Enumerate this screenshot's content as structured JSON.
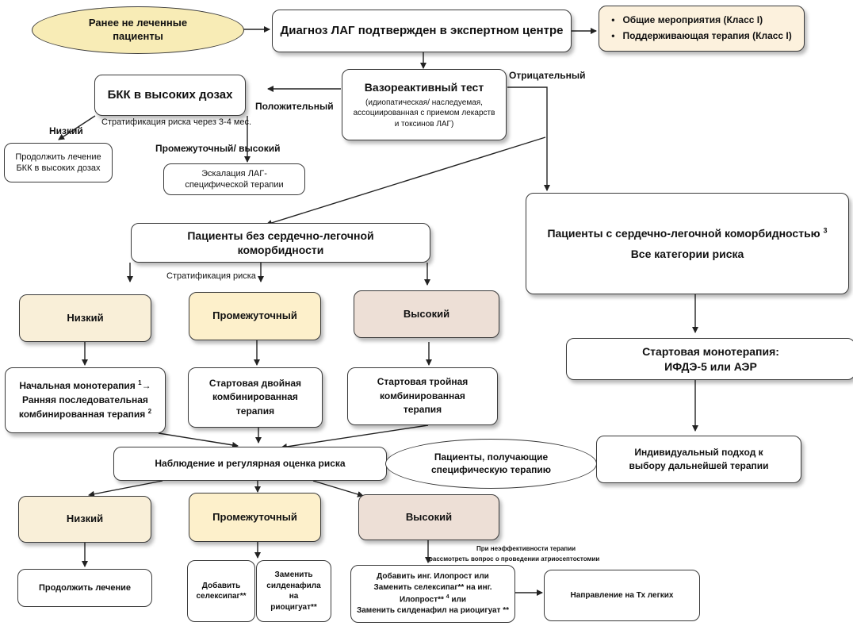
{
  "colors": {
    "untreated_fill": "#f8ecb6",
    "low_fill": "#f9efd8",
    "intermediate_fill": "#fdf0cb",
    "high_fill": "#eddfd6",
    "general_fill": "#fcf1dd",
    "arrow": "#222222"
  },
  "nodes": {
    "untreated": "Ранее не леченные пациенты",
    "diagnosis": "Диагноз ЛАГ подтвержден в экспертном центре",
    "general": [
      "Общие мероприятия  (Класс I)",
      "Поддерживающая терапия (Класс I)"
    ],
    "vaso_title": "Вазореактивный тест",
    "vaso_sub": "(идиопатическая/ наследуемая, ассоциированная с приемом лекарств и токсинов ЛАГ)",
    "bkk": "БКК в высоких дозах",
    "continue_bkk": "Продолжить лечение БКК в высоких дозах",
    "escalation": "Эскалация ЛАГ-специфической терапии",
    "no_comorb": "Пациенты без сердечно-легочной коморбидности",
    "comorb_line1": "Пациенты с сердечно-легочной коморбидностью",
    "comorb_sup": "3",
    "comorb_line2": "Все категории риска",
    "low1": "Низкий",
    "inter1": "Промежуточный",
    "high1": "Высокий",
    "initial_mono_a": "Начальная монотерапия",
    "initial_mono_sup1": "1",
    "initial_mono_arrow": "→",
    "initial_mono_b": "Ранняя последовательная",
    "initial_mono_c": "комбинированная терапия",
    "initial_mono_sup2": "2",
    "dual": "Стартовая двойная комбинированная терапия",
    "triple": "Стартовая тройная комбинированная терапия",
    "start_mono_line1": "Стартовая монотерапия:",
    "start_mono_line2": "ИФДЭ-5 или АЭР",
    "follow": "Наблюдение и регулярная оценка риска",
    "receiving": "Пациенты, получающие специфическую терапию",
    "individual": "Индивидуальный подход к выбору дальнейшей терапии",
    "low2": "Низкий",
    "inter2": "Промежуточный",
    "high2": "Высокий",
    "continue_tx": "Продолжить лечение",
    "add_selexipag": "Добавить селексипаг**",
    "replace_sildenafil": "Заменить силденафила на риоцигуат**",
    "add_iloprost_1": "Добавить инг. Илопрост  или",
    "add_iloprost_2": "Заменить селексипаг** на инг.",
    "add_iloprost_3": "Илопрост**",
    "add_iloprost_sup": "4",
    "add_iloprost_3b": " или",
    "add_iloprost_4": "Заменить силденафил на риоцигуат **",
    "lung_tx": "Направление на Тх легких"
  },
  "labels": {
    "negative": "Отрицательный",
    "positive": "Положительный",
    "risk_strat_3_4": "Стратификация риска через 3-4 мес.",
    "low_lbl": "Низкий",
    "inter_high_lbl": "Промежуточный/  высокий",
    "risk_strat": "Стратификация риска",
    "ineffective_1": "При неэффективности терапии",
    "ineffective_2": "рассмотреть вопрос о проведении атриосептостомии"
  }
}
